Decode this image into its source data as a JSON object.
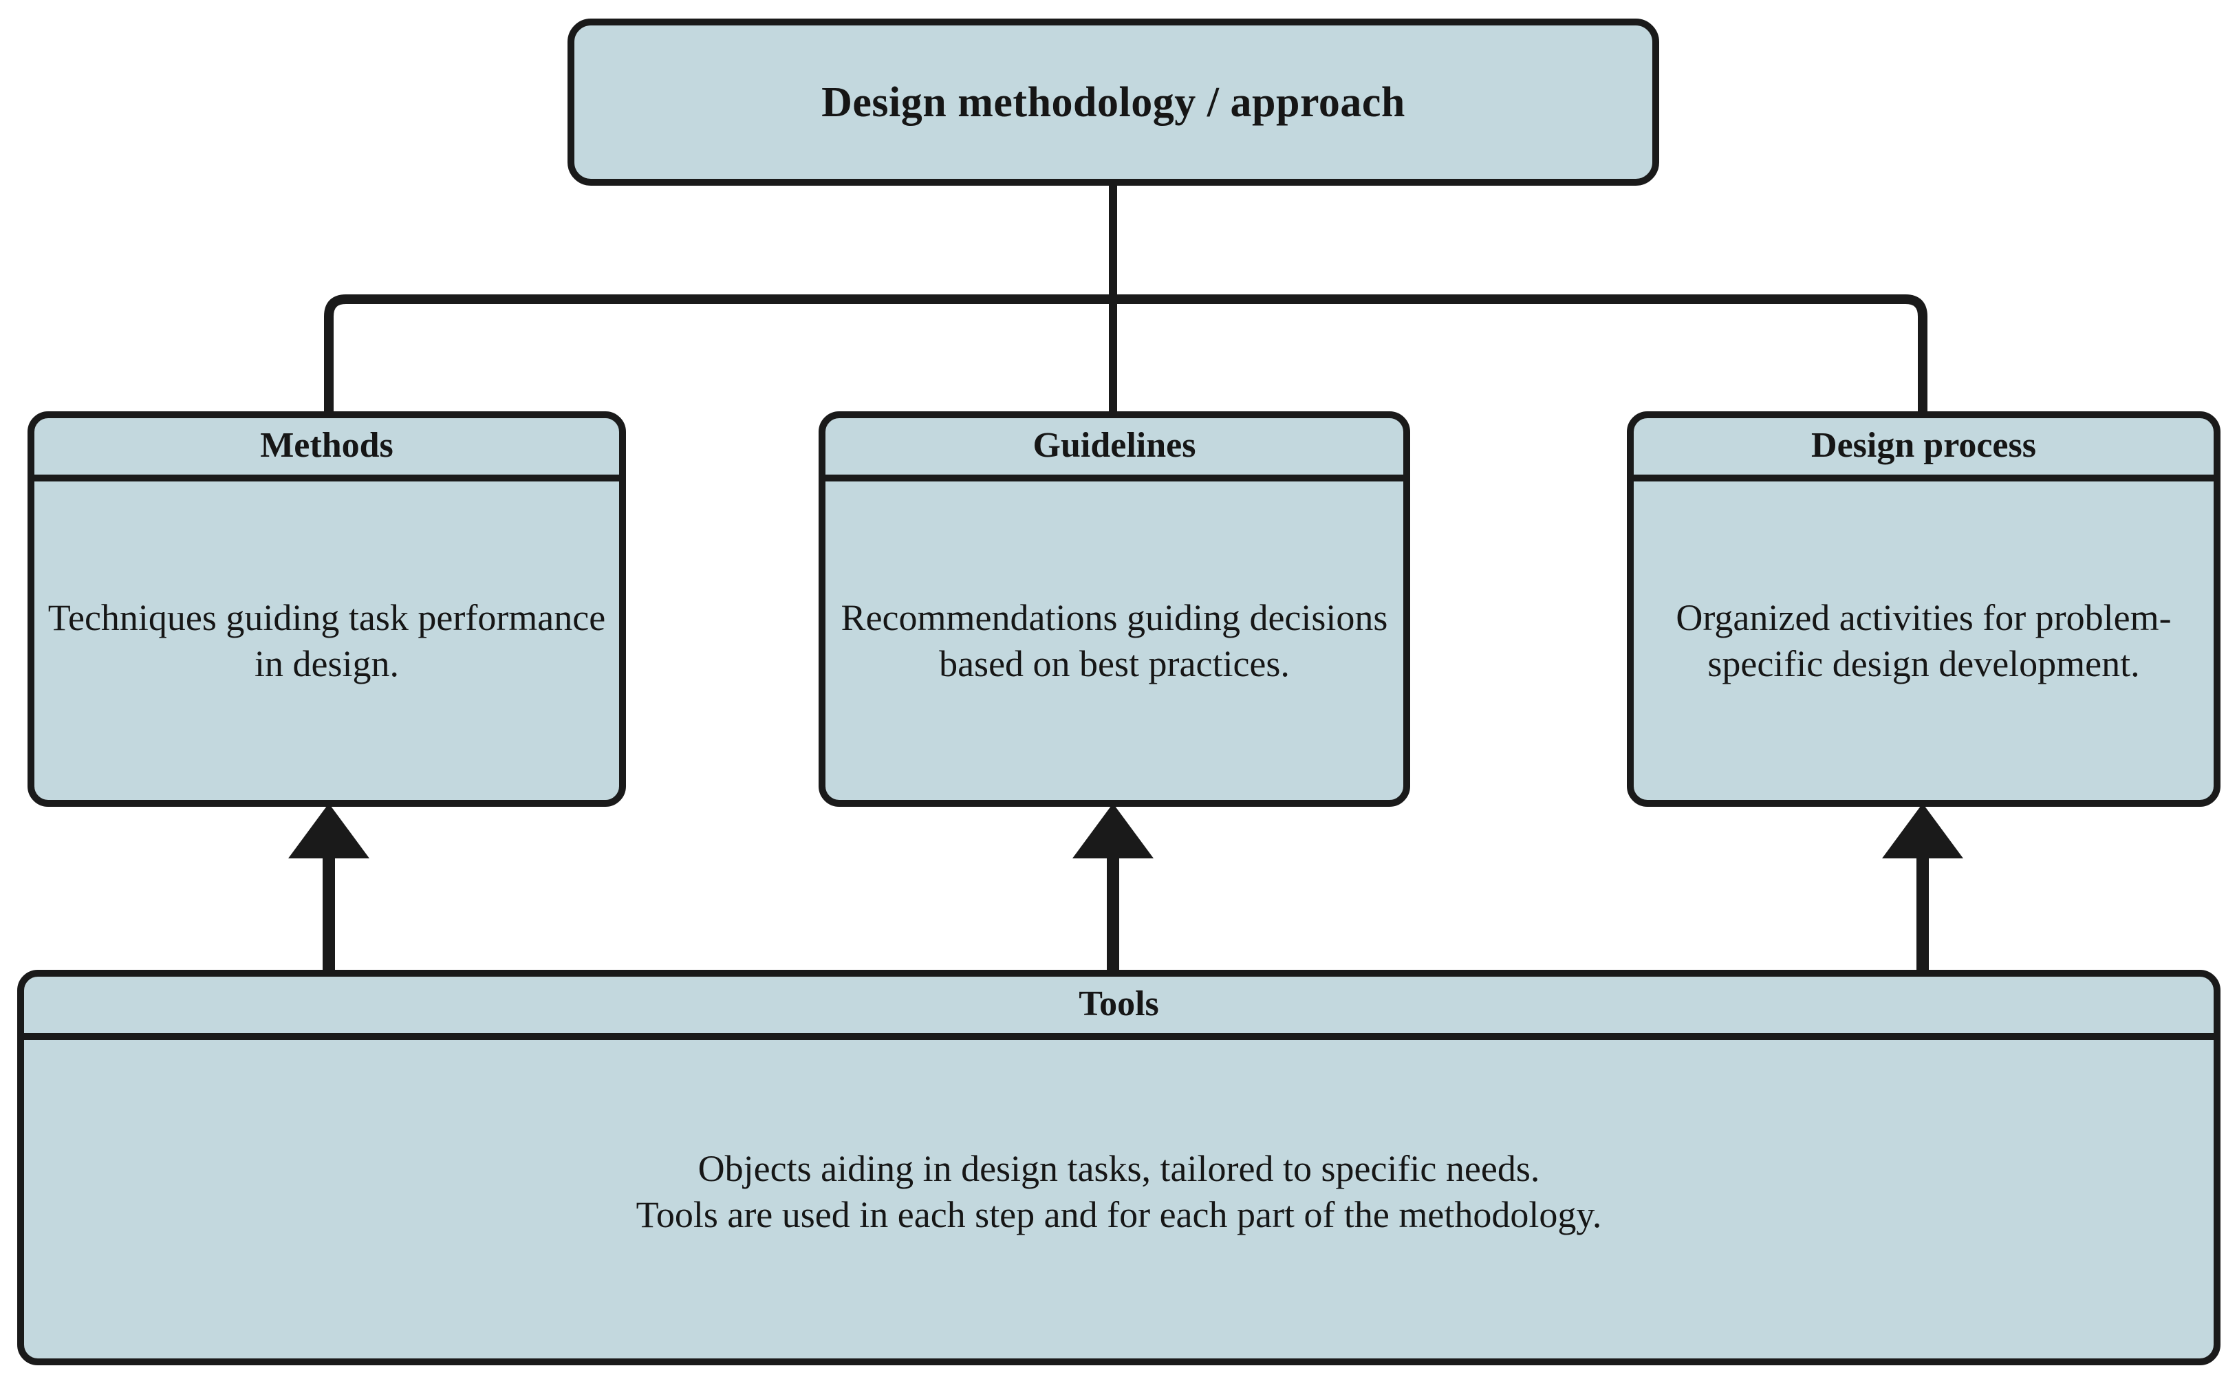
{
  "diagram": {
    "title_node": {
      "label": "Design methodology / approach"
    },
    "branches": [
      {
        "id": "methods",
        "header": "Methods",
        "body": "Techniques guiding task performance in design."
      },
      {
        "id": "guidelines",
        "header": "Guidelines",
        "body": "Recommendations guiding decisions based on best practices."
      },
      {
        "id": "design-process",
        "header": "Design process",
        "body": "Organized activities for problem-specific design development."
      }
    ],
    "foundation": {
      "id": "tools",
      "header": "Tools",
      "body_line_1": "Objects aiding in design tasks, tailored to specific needs.",
      "body_line_2": "Tools are used in each step and for each part of the methodology."
    },
    "colors": {
      "node_fill": "#c3d8de",
      "node_border": "#1a1a1a",
      "text": "#161616",
      "background": "#ffffff",
      "connector": "#1a1a1a"
    },
    "connectors": {
      "tree_from_title_to_branches": "orthogonal-bus",
      "tools_to_branches": "upward-arrows",
      "arrow_count": 3
    }
  }
}
